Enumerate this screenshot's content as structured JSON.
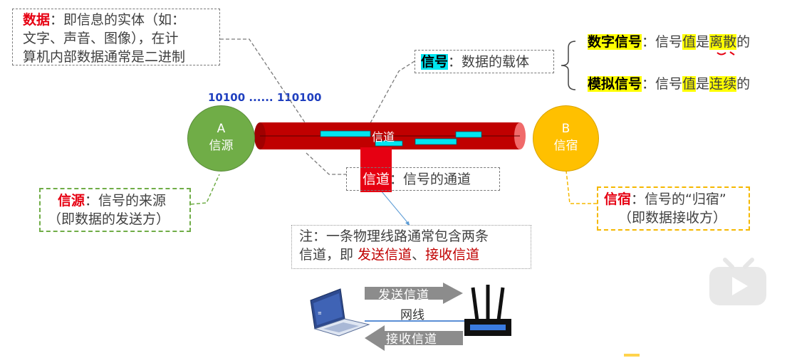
{
  "data_box": {
    "term": "数据",
    "colon": "：",
    "line1_rest": "即信息的实体（如：",
    "line2": "文字、声音、图像），在计",
    "line3": "算机内部数据通常是二进制"
  },
  "signal_box": {
    "term": "信号",
    "desc": "：数据的载体"
  },
  "digital_signal": {
    "term": "数字信号",
    "prefix": "：信号",
    "value_word": "值",
    "is": "是",
    "quality": "离散",
    "suffix": "的"
  },
  "analog_signal": {
    "term": "模拟信号",
    "prefix": "：信号",
    "value_word": "值",
    "is": "是",
    "quality": "连续",
    "suffix": "的"
  },
  "binary_label": "10100 ...... 110100",
  "node_a": {
    "letter": "A",
    "label": "信源"
  },
  "node_b": {
    "letter": "B",
    "label": "信宿"
  },
  "pipe_label": "信道",
  "channel_box": {
    "term": "信道",
    "desc": "：信号的通道"
  },
  "source_box": {
    "term": "信源",
    "desc1": "：信号的来源",
    "desc2": "（即数据的发送方）"
  },
  "sink_box": {
    "term": "信宿",
    "desc1": "：信号的“归宿”",
    "desc2": "（即数据接收方）"
  },
  "note_box": {
    "line1": "注：一条物理线路通常包含两条",
    "line2_prefix": "信道，即 ",
    "send": "发送信道",
    "sep": "、",
    "recv": "接收信道"
  },
  "bottom": {
    "send_label": "发送信道",
    "wire_label": "网线",
    "recv_label": "接收信道"
  },
  "colors": {
    "node_a": "#70ad47",
    "node_b": "#ffc000",
    "pipe": "#c00000",
    "signal_fill": "#00e5f0",
    "term_red": "#e60012",
    "binary_blue": "#1f3fbf"
  }
}
